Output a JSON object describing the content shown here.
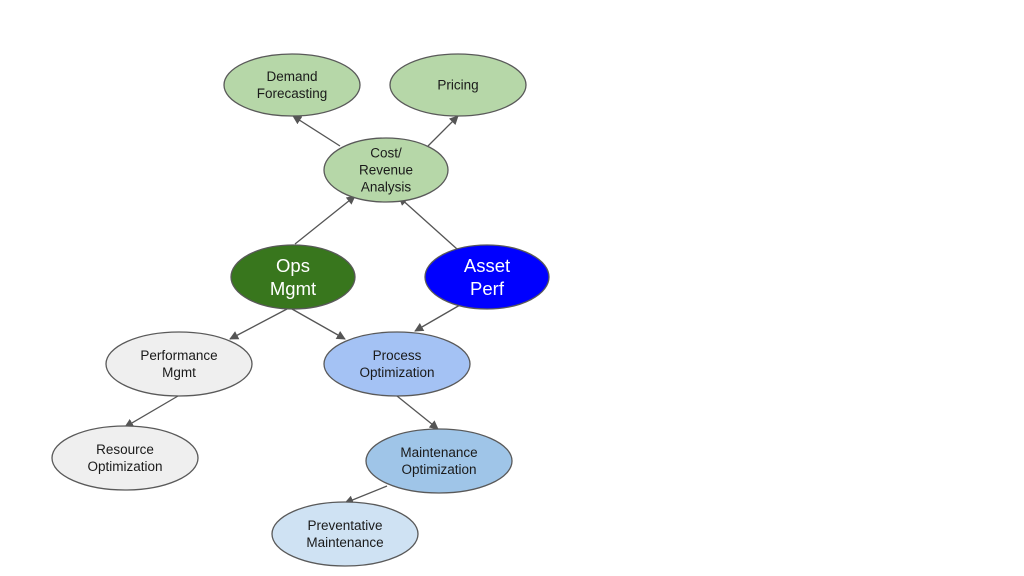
{
  "diagram": {
    "nodes": [
      {
        "id": "demand",
        "lines": [
          "Demand",
          "Forecasting"
        ],
        "fill": "#b6d7a8",
        "text_color": "#1a1a1a",
        "size": "small"
      },
      {
        "id": "pricing",
        "lines": [
          "Pricing"
        ],
        "fill": "#b6d7a8",
        "text_color": "#1a1a1a",
        "size": "small"
      },
      {
        "id": "cost",
        "lines": [
          "Cost/",
          "Revenue",
          "Analysis"
        ],
        "fill": "#b6d7a8",
        "text_color": "#1a1a1a",
        "size": "small"
      },
      {
        "id": "ops",
        "lines": [
          "Ops",
          "Mgmt"
        ],
        "fill": "#38761d",
        "text_color": "#ffffff",
        "size": "large"
      },
      {
        "id": "asset",
        "lines": [
          "Asset",
          "Perf"
        ],
        "fill": "#0000ff",
        "text_color": "#ffffff",
        "size": "large"
      },
      {
        "id": "perf",
        "lines": [
          "Performance",
          "Mgmt"
        ],
        "fill": "#efefef",
        "text_color": "#1a1a1a",
        "size": "small"
      },
      {
        "id": "process",
        "lines": [
          "Process",
          "Optimization"
        ],
        "fill": "#a4c2f4",
        "text_color": "#1a1a1a",
        "size": "small"
      },
      {
        "id": "resource",
        "lines": [
          "Resource",
          "Optimization"
        ],
        "fill": "#efefef",
        "text_color": "#1a1a1a",
        "size": "small"
      },
      {
        "id": "maint",
        "lines": [
          "Maintenance",
          "Optimization"
        ],
        "fill": "#9fc5e8",
        "text_color": "#1a1a1a",
        "size": "small"
      },
      {
        "id": "prev",
        "lines": [
          "Preventative",
          "Maintenance"
        ],
        "fill": "#cfe2f3",
        "text_color": "#1a1a1a",
        "size": "small"
      }
    ],
    "edges": [
      {
        "from": "cost",
        "to": "demand"
      },
      {
        "from": "cost",
        "to": "pricing"
      },
      {
        "from": "ops",
        "to": "cost"
      },
      {
        "from": "asset",
        "to": "cost"
      },
      {
        "from": "ops",
        "to": "perf"
      },
      {
        "from": "ops",
        "to": "process"
      },
      {
        "from": "asset",
        "to": "process"
      },
      {
        "from": "perf",
        "to": "resource"
      },
      {
        "from": "process",
        "to": "maint"
      },
      {
        "from": "maint",
        "to": "prev"
      }
    ]
  }
}
